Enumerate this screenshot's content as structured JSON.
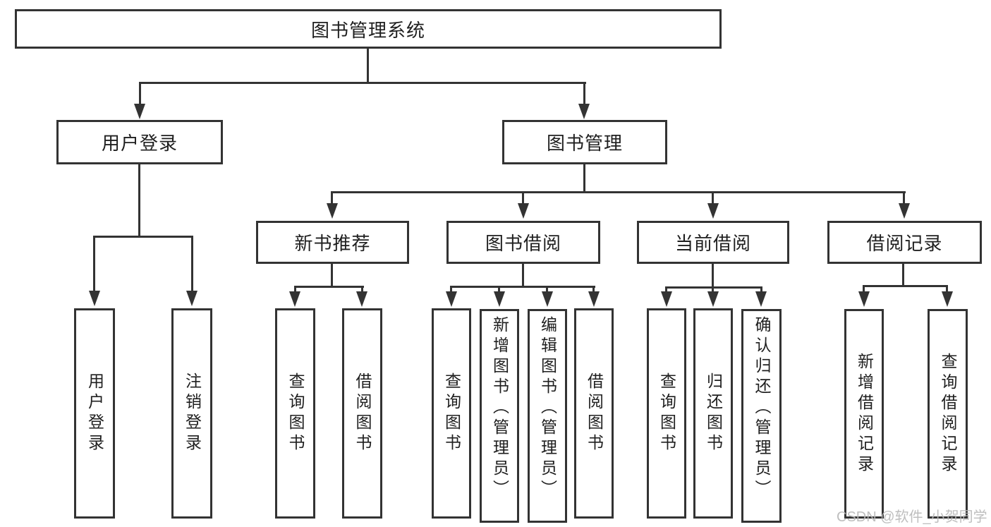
{
  "diagram": {
    "type": "hierarchy-tree",
    "colors": {
      "line": "#333333",
      "text": "#1f1f1f",
      "background": "#ffffff",
      "watermark": "#b8b8b8"
    },
    "watermark": "CSDN @软件_小贺同学",
    "tree": {
      "label": "图书管理系统",
      "children": [
        {
          "label": "用户登录",
          "children": [
            {
              "label": "用户登录"
            },
            {
              "label": "注销登录"
            }
          ]
        },
        {
          "label": "图书管理",
          "children": [
            {
              "label": "新书推荐",
              "children": [
                {
                  "label": "查询图书"
                },
                {
                  "label": "借阅图书"
                }
              ]
            },
            {
              "label": "图书借阅",
              "children": [
                {
                  "label": "查询图书"
                },
                {
                  "label": "新增图书（管理员）"
                },
                {
                  "label": "编辑图书（管理员）"
                },
                {
                  "label": "借阅图书"
                }
              ]
            },
            {
              "label": "当前借阅",
              "children": [
                {
                  "label": "查询图书"
                },
                {
                  "label": "归还图书"
                },
                {
                  "label": "确认归还（管理员）"
                }
              ]
            },
            {
              "label": "借阅记录",
              "children": [
                {
                  "label": "新增借阅记录"
                },
                {
                  "label": "查询借阅记录"
                }
              ]
            }
          ]
        }
      ]
    }
  }
}
